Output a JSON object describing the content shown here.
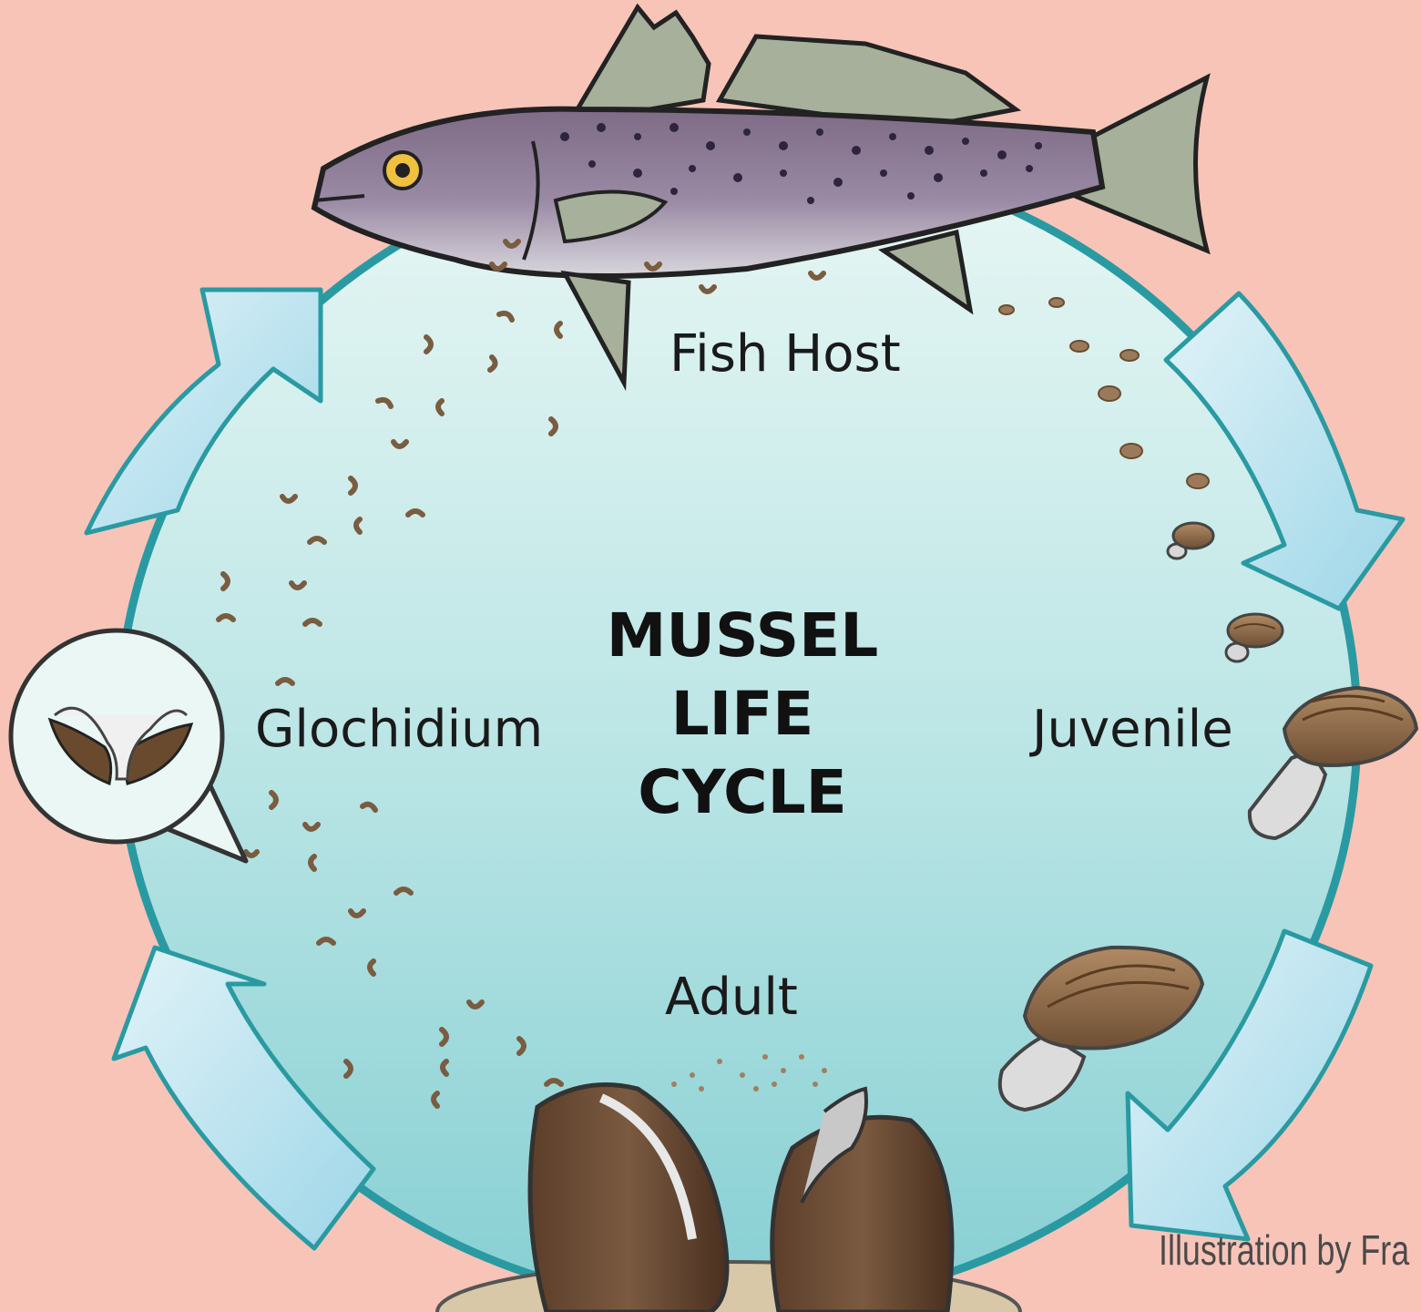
{
  "diagram": {
    "title_lines": [
      "MUSSEL",
      "LIFE",
      "CYCLE"
    ],
    "stages": {
      "fish_host": "Fish Host",
      "glochidium": "Glochidium",
      "juvenile": "Juvenile",
      "adult": "Adult"
    },
    "credit": "Illustration by Fra",
    "colors": {
      "background": "#f8c4b8",
      "circle_fill_top": "#e6f6f3",
      "circle_fill_bottom": "#8fd3d6",
      "circle_stroke": "#2a9aa2",
      "arrow_fill": "#c4e8f2",
      "arrow_stroke": "#2a9aa2",
      "mussel_shell": "#8b6a4a",
      "fish_body": "#8a7893"
    },
    "icons": [
      "fish-icon",
      "glochidium-icon",
      "juvenile-mussel-icon",
      "adult-mussel-icon",
      "cycle-arrow-icon"
    ]
  }
}
